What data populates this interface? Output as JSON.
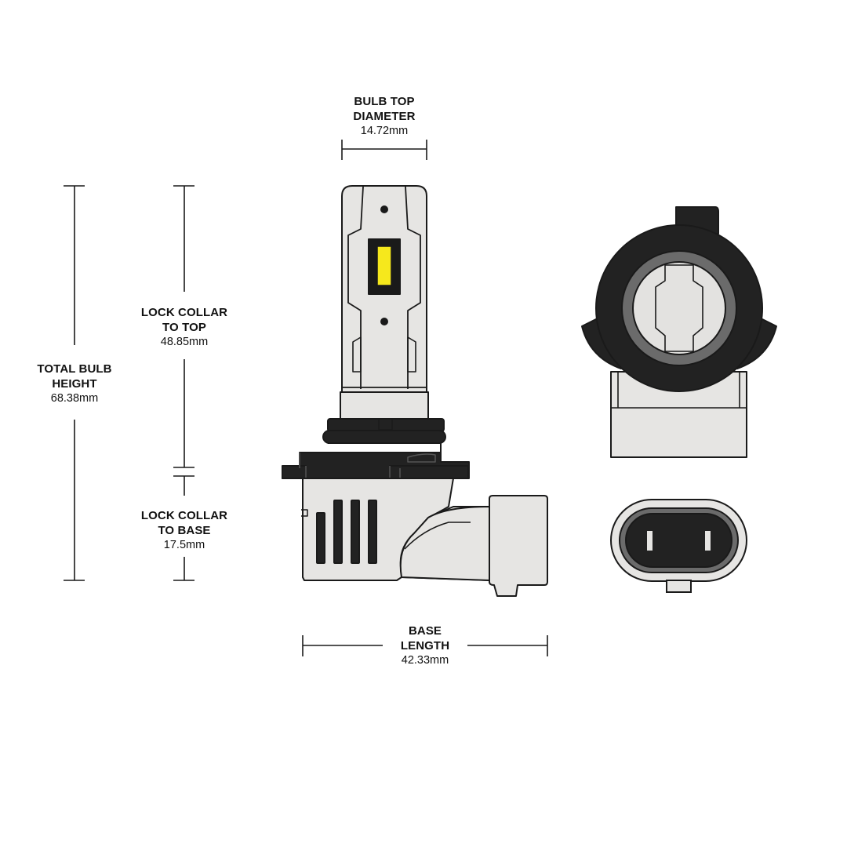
{
  "dimensions": {
    "bulb_top_diameter": {
      "title_line1": "BULB TOP",
      "title_line2": "DIAMETER",
      "value": "14.72mm"
    },
    "total_bulb_height": {
      "title_line1": "TOTAL BULB",
      "title_line2": "HEIGHT",
      "value": "68.38mm"
    },
    "lock_collar_to_top": {
      "title_line1": "LOCK COLLAR",
      "title_line2": "TO TOP",
      "value": "48.85mm"
    },
    "lock_collar_to_base": {
      "title_line1": "LOCK COLLAR",
      "title_line2": "TO BASE",
      "value": "17.5mm"
    },
    "base_length": {
      "title_line1": "BASE",
      "title_line2": "LENGTH",
      "value": "42.33mm"
    }
  },
  "colors": {
    "line": "#1a1a1a",
    "body_fill": "#e6e5e3",
    "collar_fill": "#222222",
    "led_chip": "#f6e81c",
    "socket_ring": "#6b6b6b",
    "socket_inner": "#e3e2e0"
  }
}
